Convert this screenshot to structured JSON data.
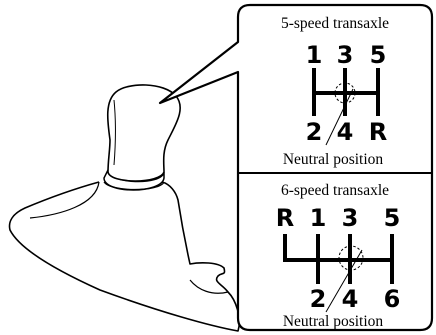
{
  "callout": {
    "five_speed": {
      "title": "5-speed transaxle",
      "top_gears": [
        "1",
        "3",
        "5"
      ],
      "bottom_gears": [
        "2",
        "4",
        "R"
      ],
      "neutral_label": "Neutral position"
    },
    "six_speed": {
      "title": "6-speed transaxle",
      "top_gears": [
        "R",
        "1",
        "3",
        "5"
      ],
      "bottom_gears": [
        "2",
        "4",
        "6"
      ],
      "neutral_label": "Neutral position"
    }
  }
}
